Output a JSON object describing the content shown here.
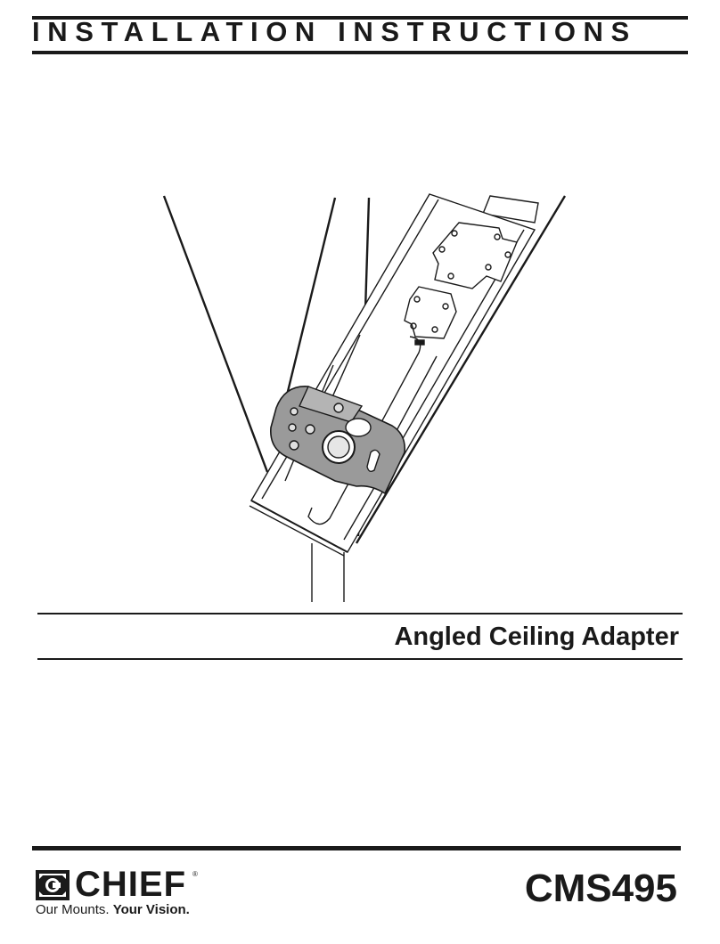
{
  "header": {
    "title": "INSTALLATION INSTRUCTIONS"
  },
  "product": {
    "name": "Angled Ceiling Adapter",
    "model": "CMS495"
  },
  "brand": {
    "name": "CHIEF",
    "registered": "®",
    "tagline_plain": "Our Mounts.",
    "tagline_bold": "Your Vision."
  },
  "illustration": {
    "subject": "angled-ceiling-adapter-drawing"
  },
  "colors": {
    "ink": "#1a1a1a",
    "bracket_gray": "#9a9a9a",
    "paper": "#ffffff"
  }
}
